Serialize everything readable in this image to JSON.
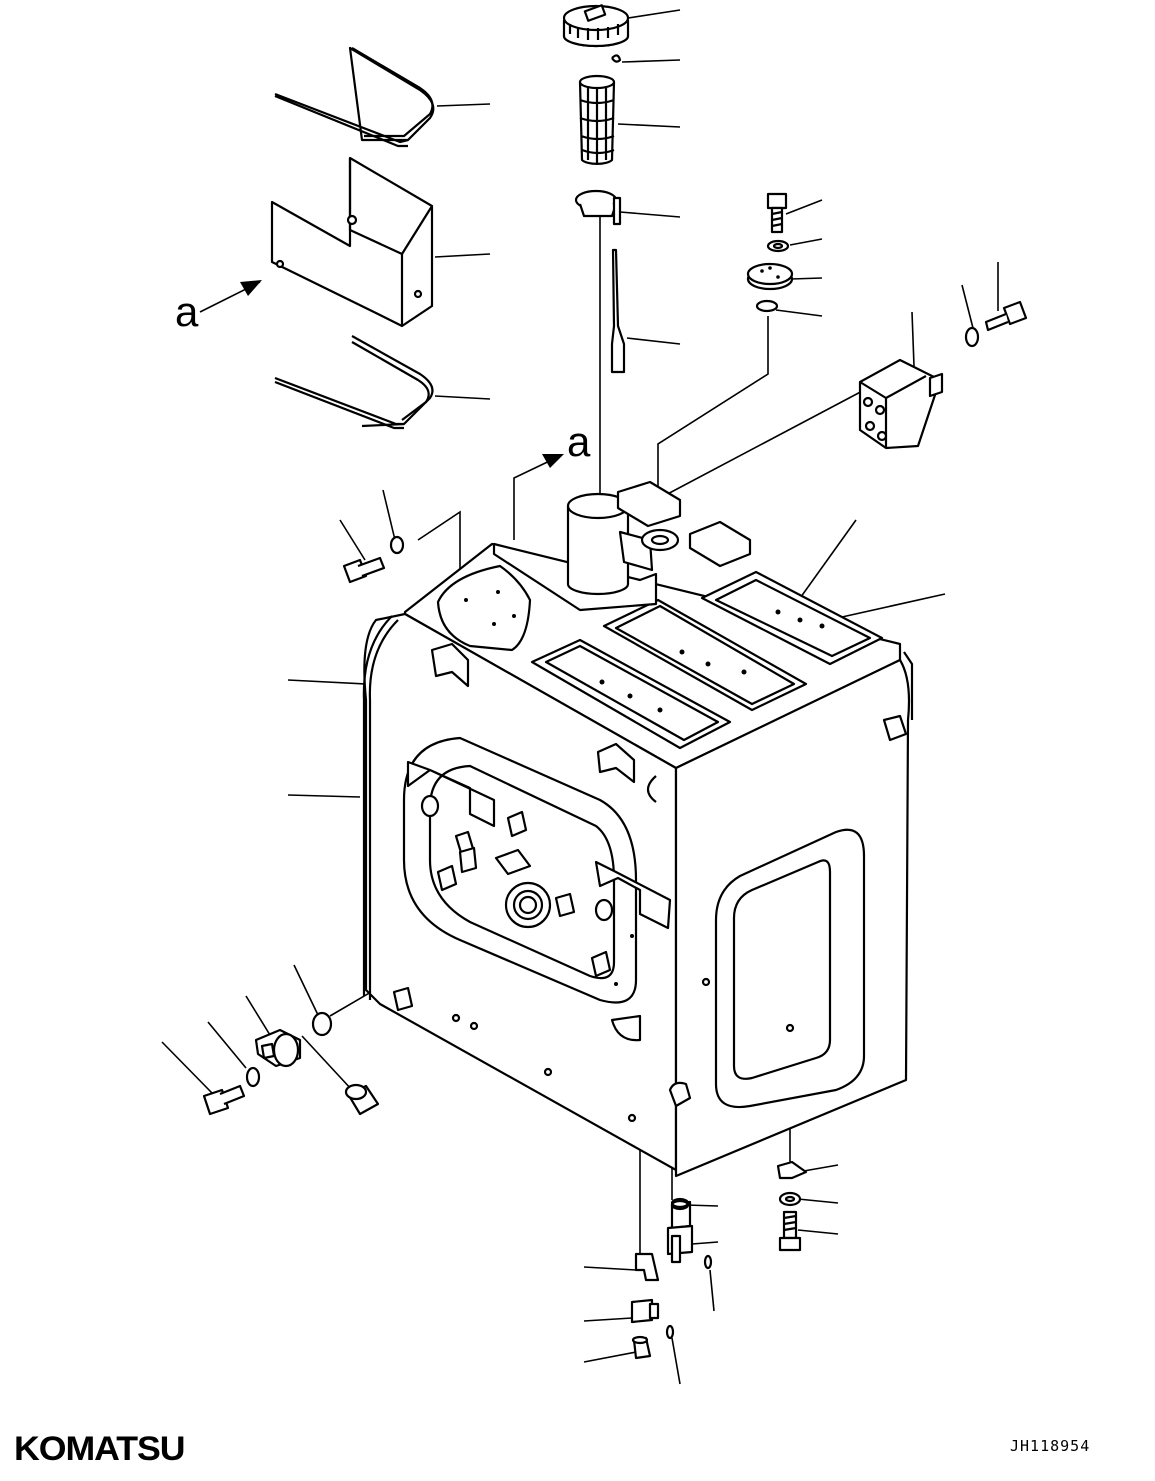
{
  "diagram": {
    "view_label": "a",
    "document_number": "JH118954"
  },
  "brand": {
    "logo_text": "KOMATSU"
  },
  "parts": [
    {
      "icon": "filler-cap-icon"
    },
    {
      "icon": "clip-icon"
    },
    {
      "icon": "strainer-icon"
    },
    {
      "icon": "filler-neck-icon"
    },
    {
      "icon": "level-gauge-stick-icon"
    },
    {
      "icon": "bolt-icon"
    },
    {
      "icon": "washer-icon"
    },
    {
      "icon": "cover-plate-icon"
    },
    {
      "icon": "o-ring-icon"
    },
    {
      "icon": "bracket-icon"
    },
    {
      "icon": "band-icon"
    },
    {
      "icon": "guard-cover-icon"
    },
    {
      "icon": "fuel-tank-icon"
    },
    {
      "icon": "sender-unit-icon"
    },
    {
      "icon": "drain-valve-icon"
    },
    {
      "icon": "drain-plug-icon"
    }
  ]
}
